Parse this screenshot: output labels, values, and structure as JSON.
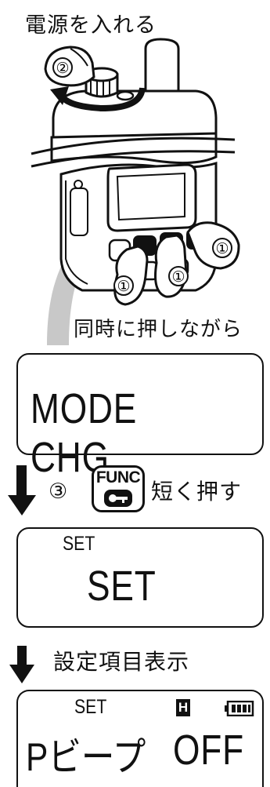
{
  "title": "電源を入れる",
  "illustration": {
    "dial_step": "②",
    "key_step": "①",
    "caption": "同時に押しながら"
  },
  "screen1": {
    "main": "MODE CHG"
  },
  "step3": {
    "number": "③",
    "key_label": "FUNC",
    "instruction": "短く押す"
  },
  "screen2": {
    "header": "SET",
    "main": "SET"
  },
  "step4": {
    "instruction": "設定項目表示"
  },
  "screen3": {
    "header": "SET",
    "icon": "H",
    "item": "Pビープ",
    "value": "OFF"
  }
}
